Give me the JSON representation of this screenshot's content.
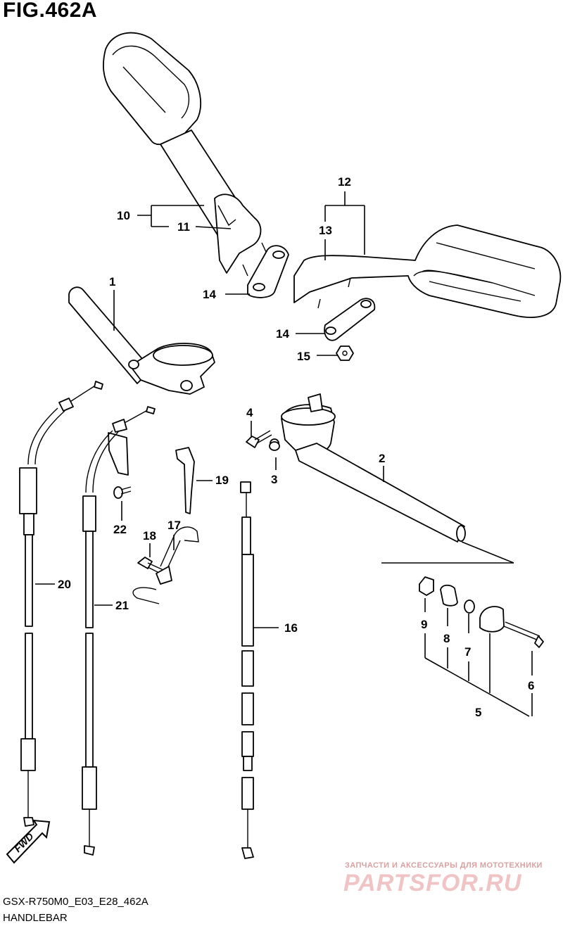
{
  "figure": {
    "title": "FIG.462A",
    "code": "GSX-R750M0_E03_E28_462A",
    "name": "HANDLEBAR",
    "fwd_label": "FWD"
  },
  "watermark": {
    "line1": "ЗАПЧАСТИ И АКСЕССУАРЫ ДЛЯ МОТОТЕХНИКИ",
    "line2": "PARTSFOR.RU"
  },
  "callouts": {
    "n1": "1",
    "n2": "2",
    "n3": "3",
    "n4": "4",
    "n5": "5",
    "n6": "6",
    "n7": "7",
    "n8": "8",
    "n9": "9",
    "n10": "10",
    "n11": "11",
    "n12": "12",
    "n13": "13",
    "n14a": "14",
    "n14b": "14",
    "n15": "15",
    "n16": "16",
    "n17": "17",
    "n18": "18",
    "n19": "19",
    "n20": "20",
    "n21": "21",
    "n22": "22"
  }
}
